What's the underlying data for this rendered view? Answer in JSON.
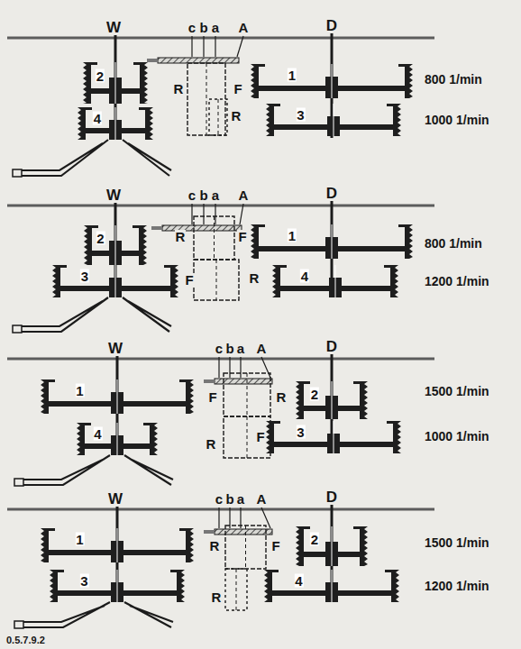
{
  "diagram": {
    "nodes": [
      {
        "text": [
          "2"
        ]
      },
      {
        "text": [
          "1"
        ]
      },
      {
        "text": [
          "4"
        ]
      },
      {
        "text": [
          "3"
        ]
      },
      {
        "text": [
          "2"
        ]
      },
      {
        "text": [
          "1"
        ]
      },
      {
        "text": [
          "3"
        ]
      },
      {
        "text": [
          "4"
        ]
      },
      {
        "text": [
          "1"
        ]
      },
      {
        "text": [
          "2"
        ]
      },
      {
        "text": [
          "4"
        ]
      },
      {
        "text": [
          "3"
        ]
      },
      {
        "text": [
          "1"
        ]
      },
      {
        "text": [
          "2"
        ]
      },
      {
        "text": [
          "3"
        ]
      },
      {
        "text": [
          "4"
        ]
      }
    ],
    "labels": [
      "W",
      "c",
      "b",
      "a",
      "A",
      "D",
      "R",
      "F",
      "R",
      "800 1/min",
      "1000 1/min",
      "W",
      "c",
      "b",
      "a",
      "A",
      "D",
      "R",
      "F",
      "F",
      "R",
      "800 1/min",
      "1200 1/min",
      "W",
      "c",
      "b",
      "a",
      "A",
      "D",
      "F",
      "R",
      "R",
      "F",
      "1500 1/min",
      "1000 1/min",
      "W",
      "c",
      "b",
      "a",
      "A",
      "D",
      "R",
      "F",
      "R",
      "1500 1/min",
      "1200 1/min",
      "0.5.7.9.2"
    ]
  }
}
